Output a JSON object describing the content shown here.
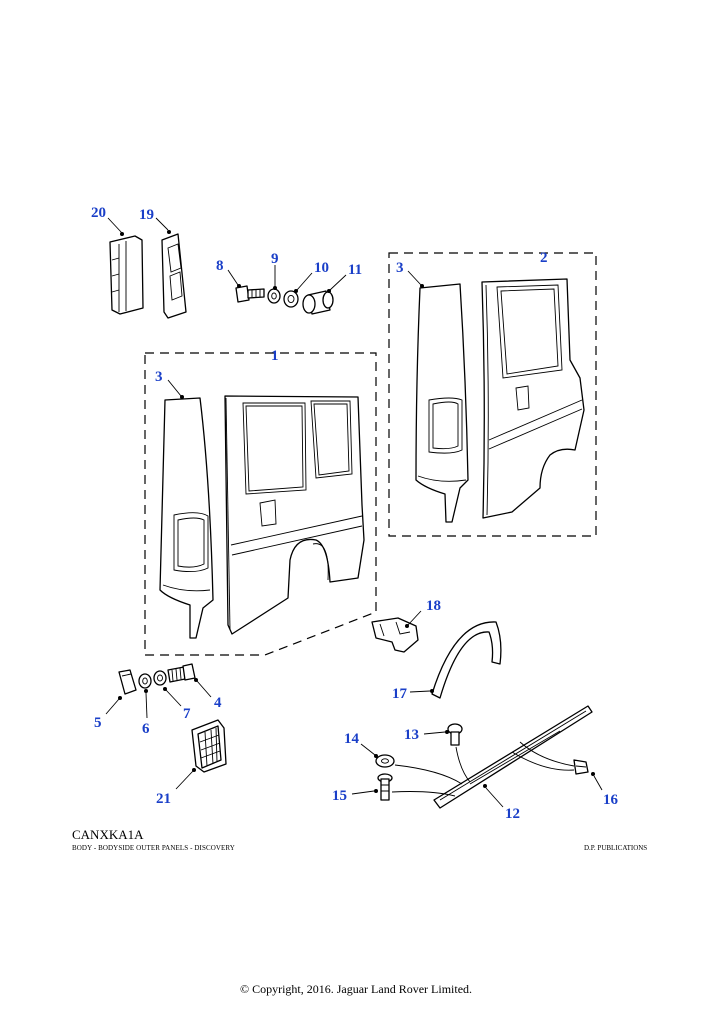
{
  "diagram": {
    "code": "CANXKA1A",
    "subtitle": "BODY - BODYSIDE OUTER PANELS - DISCOVERY",
    "publisher": "D.P. PUBLICATIONS",
    "copyright": "© Copyright, 2016. Jaguar Land Rover Limited."
  },
  "callouts": {
    "c1": "1",
    "c2": "2",
    "c3a": "3",
    "c3b": "3",
    "c4": "4",
    "c5": "5",
    "c6": "6",
    "c7": "7",
    "c8": "8",
    "c9": "9",
    "c10": "10",
    "c11": "11",
    "c12": "12",
    "c13": "13",
    "c14": "14",
    "c15": "15",
    "c16": "16",
    "c17": "17",
    "c18": "18",
    "c19": "19",
    "c20": "20",
    "c21": "21"
  },
  "colors": {
    "callout": "#1a3fc8",
    "line": "#000000",
    "background": "#ffffff"
  }
}
